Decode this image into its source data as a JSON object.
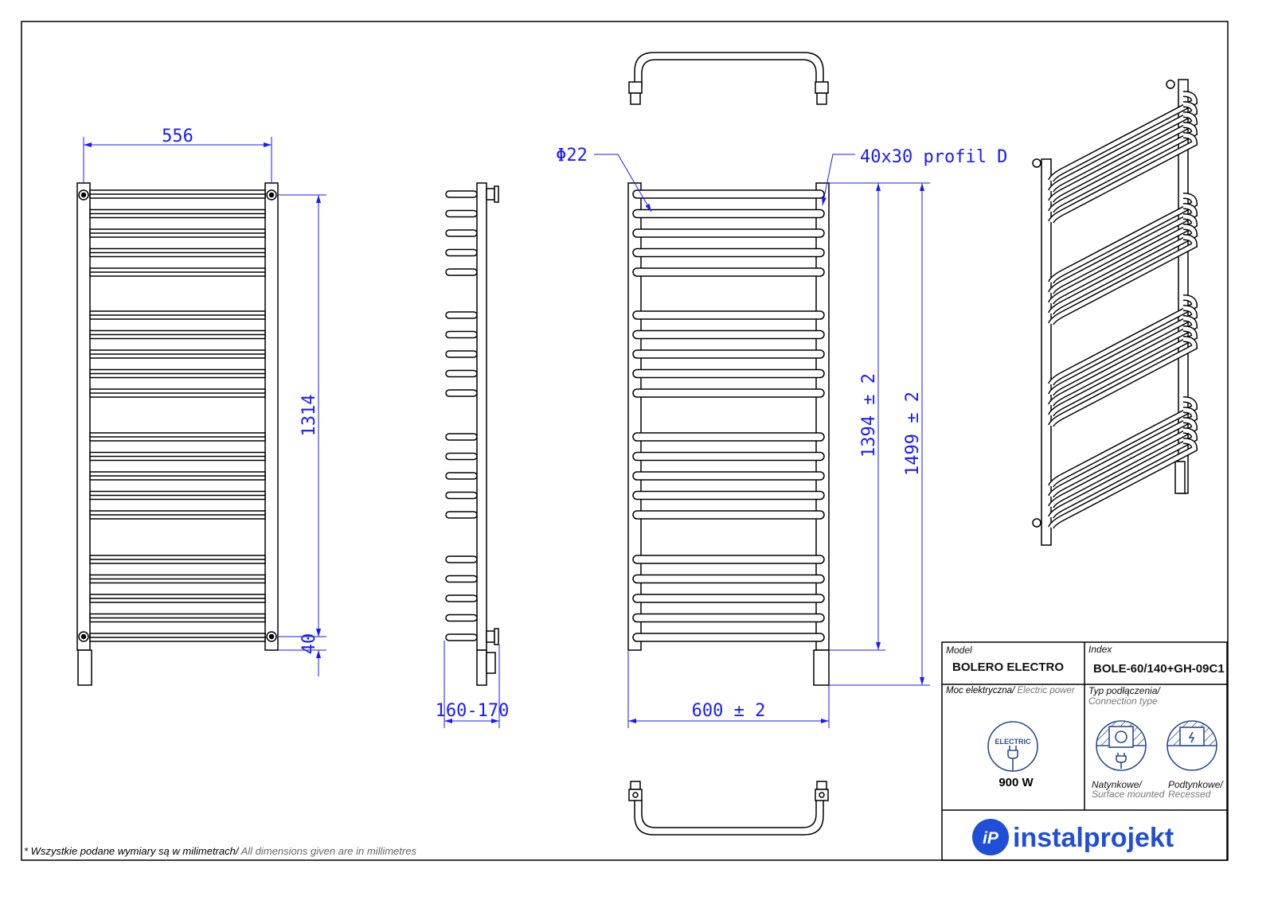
{
  "dimensions": {
    "width_axis": "556",
    "height_axis": "1314",
    "bottom_offset": "40",
    "depth": "160-170",
    "tube_diameter": "Φ22",
    "profile": "40x30 profil D",
    "height_inner": "1394 ± 2",
    "height_total": "1499 ± 2",
    "width_total": "600 ± 2"
  },
  "title_block": {
    "model_label": "Model",
    "model_value": "BOLERO ELECTRO",
    "index_label": "Index",
    "index_value": "BOLE-60/140+GH-09C1",
    "power_label_pl": "Moc elektryczna/",
    "power_label_en": " Electric power",
    "power_icon_text": "ELECTRIC",
    "power_value": "900 W",
    "connection_label_pl": "Typ podłączenia/",
    "connection_label_en": "Connection type",
    "surface_pl": "Natynkowe/",
    "surface_en": "Surface mounted",
    "recessed_pl": "Podtynkowe/",
    "recessed_en": "Recessed",
    "brand": "instalprojekt"
  },
  "footnote": {
    "pl": "* Wszystkie podane wymiary są w milimetrach/",
    "en": " All dimensions given are in millimetres"
  },
  "colors": {
    "dimension": "#1a1aff",
    "brand": "#1f4fd8",
    "icon": "#2a4d8f"
  }
}
